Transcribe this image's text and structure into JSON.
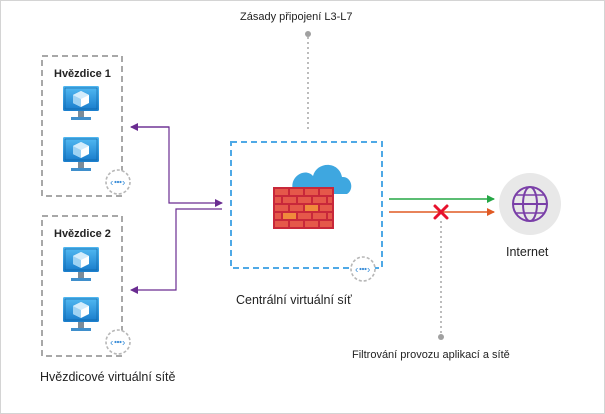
{
  "diagram": {
    "top_policy_label": "Zásady připojení L3-L7",
    "spoke1_title": "Hvězdice 1",
    "spoke2_title": "Hvězdice 2",
    "hub_label": "Centrální virtuální síť",
    "internet_label": "Internet",
    "filter_label": "Filtrování provozu aplikací a sítě",
    "spokes_label": "Hvězdicové virtuální sítě"
  },
  "icons": {
    "vm": "virtual-machine-icon",
    "vnet": "virtual-network-icon",
    "firewall": "firewall-icon",
    "cloud": "cloud-icon",
    "internet": "globe-icon",
    "blocked": "blocked-x-icon"
  },
  "colors": {
    "azure_blue": "#1e8fd8",
    "peering_line": "#6a2c91",
    "allowed_line": "#25a745",
    "blocked_line": "#e05a24",
    "blocked_x": "#e8112d",
    "globe_accent": "#7a3fa8",
    "firewall_red": "#c8283a",
    "dashed_gray": "#a8a8a8"
  }
}
